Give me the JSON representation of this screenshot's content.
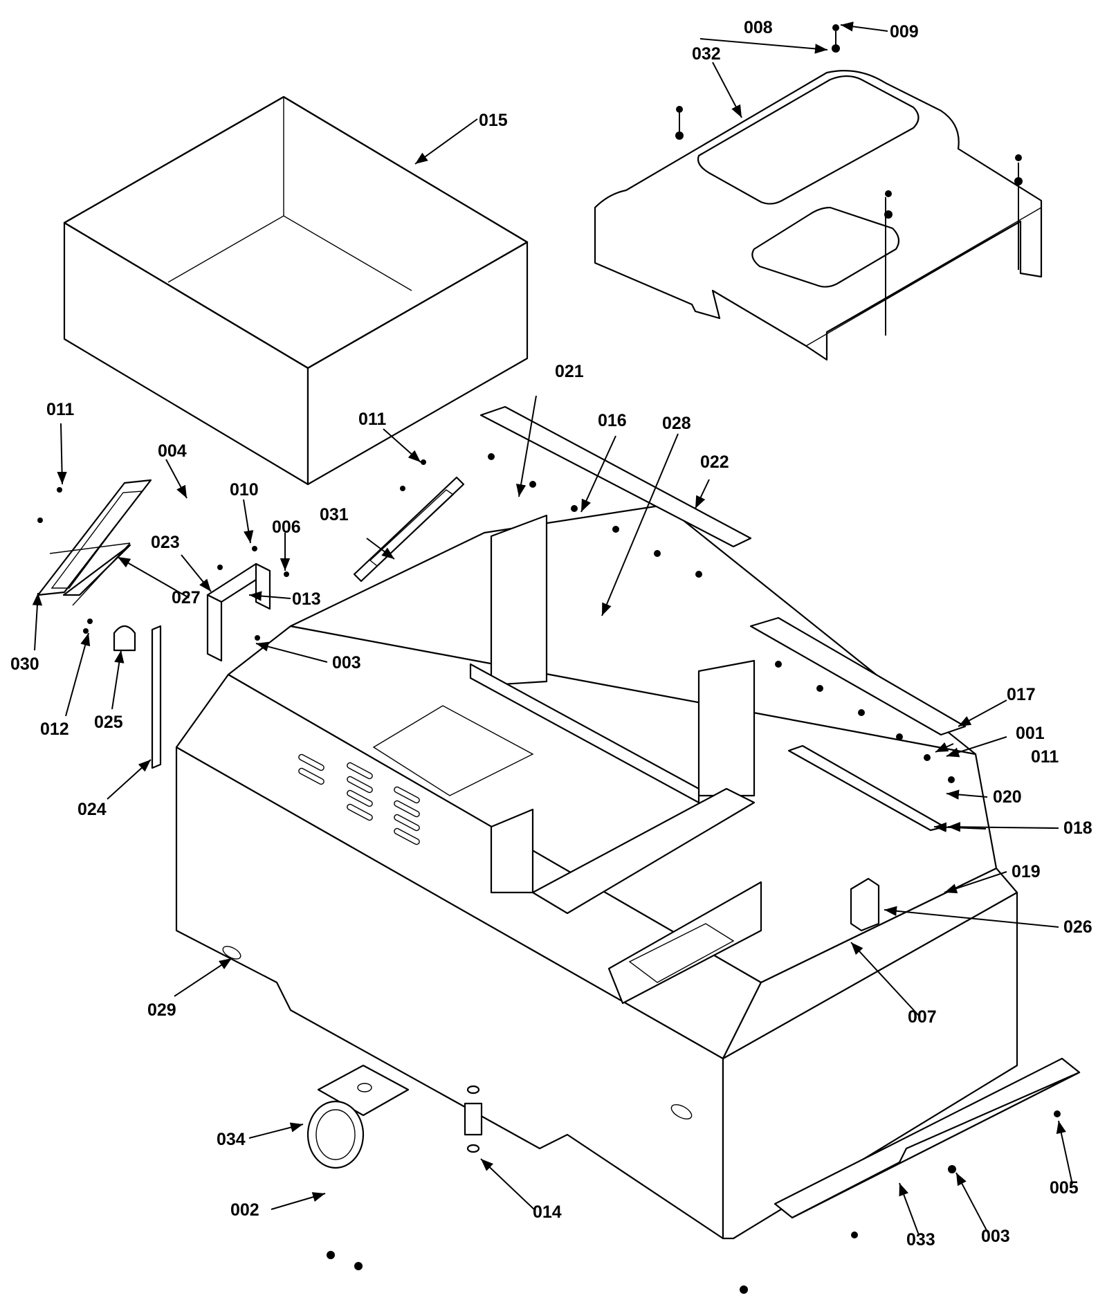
{
  "colors": {
    "line": "#000000",
    "background": "#ffffff"
  },
  "callouts": {
    "c001": "001",
    "c002": "002",
    "c003a": "003",
    "c003b": "003",
    "c004": "004",
    "c005": "005",
    "c006": "006",
    "c007": "007",
    "c008": "008",
    "c009": "009",
    "c010": "010",
    "c011a": "011",
    "c011b": "011",
    "c011c": "011",
    "c012": "012",
    "c013": "013",
    "c014": "014",
    "c015": "015",
    "c016": "016",
    "c017": "017",
    "c018": "018",
    "c019": "019",
    "c020": "020",
    "c021": "021",
    "c022": "022",
    "c023": "023",
    "c024": "024",
    "c025": "025",
    "c026": "026",
    "c027": "027",
    "c028": "028",
    "c029": "029",
    "c030": "030",
    "c031": "031",
    "c032": "032",
    "c033": "033",
    "c034": "034"
  }
}
